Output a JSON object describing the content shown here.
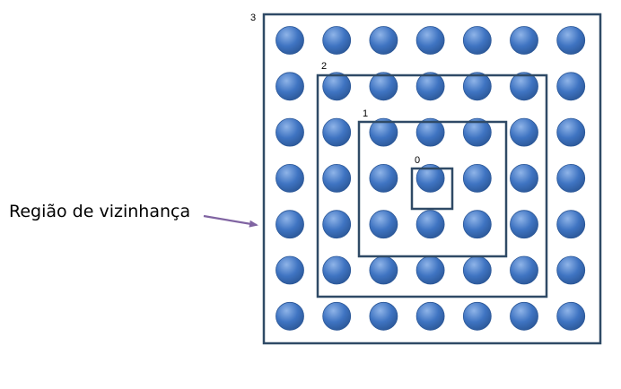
{
  "diagram": {
    "caption": "Região de vizinhança",
    "grid": {
      "rows": 7,
      "cols": 7
    },
    "rings": [
      {
        "label": "0"
      },
      {
        "label": "1"
      },
      {
        "label": "2"
      },
      {
        "label": "3"
      }
    ],
    "colors": {
      "node_fill": "#3f74c2",
      "node_highlight": "#8fb4e8",
      "node_edge": "#2b5797",
      "ring_stroke": "#2f4a66",
      "arrow": "#8064a2"
    }
  }
}
